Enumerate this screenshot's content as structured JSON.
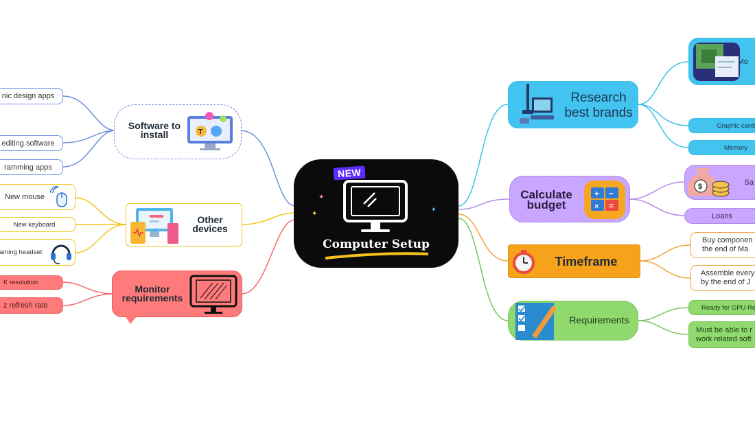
{
  "center": {
    "title": "Computer Setup",
    "badge": "NEW"
  },
  "branches": {
    "software": {
      "title": "Software to install",
      "leaves": [
        "nic design apps",
        "editing software",
        "ramming apps"
      ]
    },
    "devices": {
      "title": "Other devices",
      "leaves": [
        "New mouse",
        "New keyboard",
        "aming headset"
      ]
    },
    "monitor": {
      "title": "Monitor requirements",
      "leaves": [
        "K resolution",
        "z refresh rate"
      ]
    },
    "research": {
      "title": "Research best brands",
      "leaves": [
        "Mo",
        "Graphic cards",
        "Memory"
      ]
    },
    "budget": {
      "title": "Calculate budget",
      "leaves": [
        "Sa",
        "Loans"
      ]
    },
    "timeframe": {
      "title": "Timeframe",
      "leaves": [
        "Buy componen the end of Ma",
        "Assemble every by the end of J"
      ]
    },
    "requirements": {
      "title": "Requirements",
      "leaves": [
        "Ready for GPU Rend",
        "Must be able to r work related soft"
      ]
    }
  },
  "colors": {
    "software": "#6f8fe0",
    "devices": "#f0c419",
    "monitor": "#f06a6a",
    "research": "#3ac1e8",
    "budget": "#b58bea",
    "timeframe": "#f3a33b",
    "requirements": "#7ac45b"
  }
}
